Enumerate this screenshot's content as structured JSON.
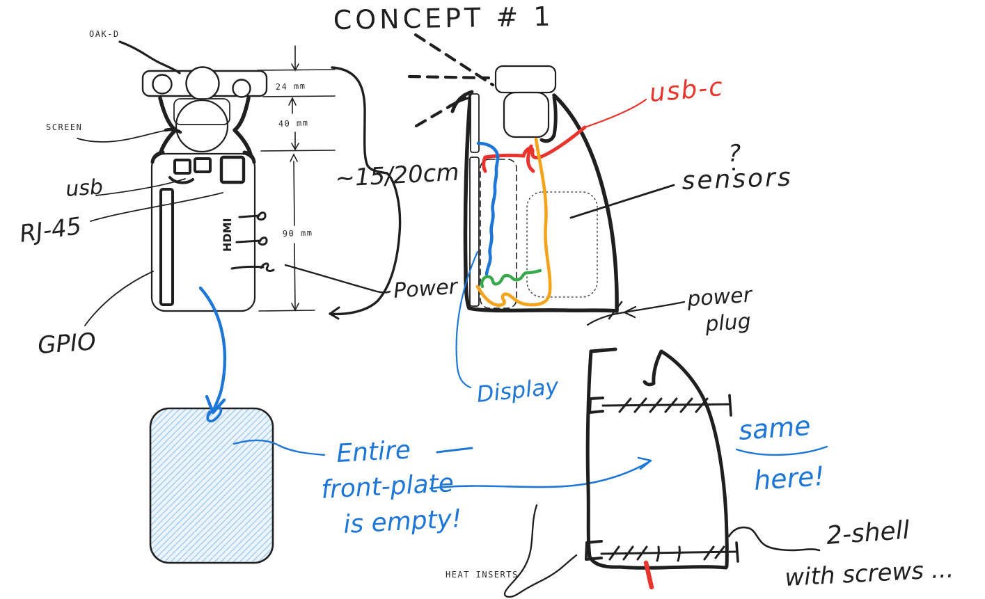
{
  "title": "CONCEPT # 1",
  "colors": {
    "ink": "#1f1f1f",
    "blue": "#1e76d6",
    "red": "#e8342c",
    "orange": "#f5a31c",
    "green": "#37a94c",
    "hatch_fill": "#edf5fc",
    "hatch_line": "#aed2ef"
  },
  "front_view": {
    "camera_label": "OAK-D",
    "screen_label": "SCREEN",
    "usb_label": "usb",
    "ethernet_label": "RJ-45",
    "gpio_label": "GPIO",
    "hdmi_label": "HDMI"
  },
  "dimensions": {
    "camera_bar": "24 mm",
    "screen_neck": "40 mm",
    "body": "90 mm",
    "overall": "~15/20cm",
    "power": "Power"
  },
  "side_view": {
    "usb_c_label": "usb-c",
    "question_mark": "?",
    "sensors_label": "sensors",
    "power_plug_line1": "power",
    "power_plug_line2": "plug",
    "display_label": "Display"
  },
  "front_plate_note": {
    "line1": "Entire",
    "line2": "front-plate",
    "line3": "is empty!"
  },
  "shell_view": {
    "same_line1": "same",
    "same_line2": "here!",
    "note_line1": "2-shell",
    "note_line2": "with screws ...",
    "heat_inserts_label": "HEAT INSERTS"
  }
}
